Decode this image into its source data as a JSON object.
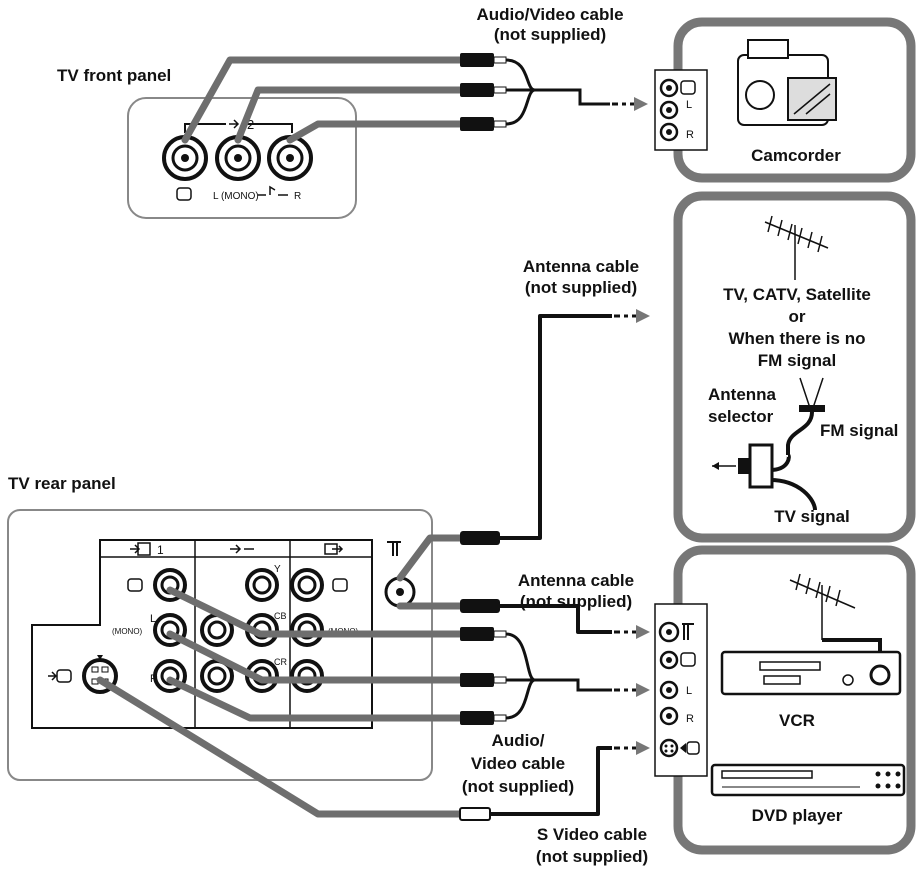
{
  "labels": {
    "av_cable_top": [
      "Audio/Video cable",
      "(not supplied)"
    ],
    "tv_front_panel": "TV front panel",
    "camcorder": "Camcorder",
    "antenna_cable_1": [
      "Antenna cable",
      "(not supplied)"
    ],
    "antenna_source": [
      "TV, CATV, Satellite",
      "or",
      "When there is no",
      "FM signal"
    ],
    "antenna_selector": [
      "Antenna",
      "selector"
    ],
    "fm_signal": "FM signal",
    "tv_signal": "TV signal",
    "tv_rear_panel": "TV rear panel",
    "antenna_cable_2": [
      "Antenna cable",
      "(not supplied)"
    ],
    "vcr": "VCR",
    "dvd_player": "DVD player",
    "av_cable_bottom": [
      "Audio/",
      "Video cable",
      "(not supplied)"
    ],
    "s_video_cable": [
      "S Video cable",
      "(not supplied)"
    ]
  },
  "front_panel_marks": {
    "input_number": "2",
    "mono_label": "L (MONO)",
    "r_label": "R"
  },
  "rear_panel_marks": {
    "input_number": "1",
    "mono_left": "(MONO)",
    "mono_right": "(MONO)",
    "l": "L",
    "r": "R",
    "y": "Y",
    "cb": "CB",
    "cr": "CR"
  },
  "jack_marks": {
    "l": "L",
    "r": "R"
  }
}
